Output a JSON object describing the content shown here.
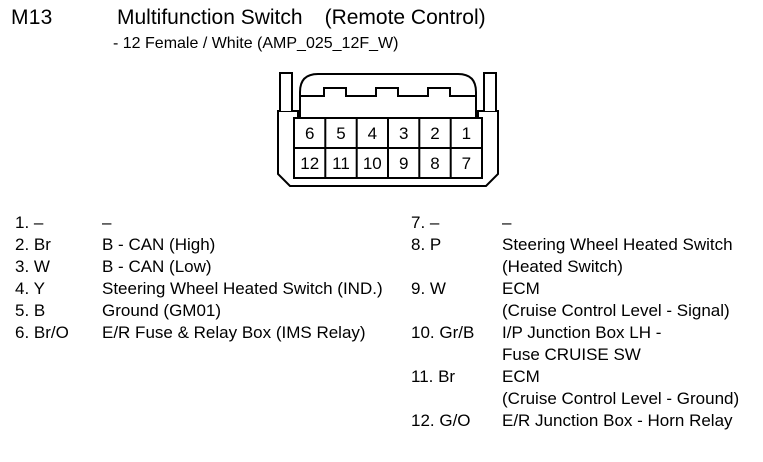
{
  "header": {
    "code": "M13",
    "title_main": "Multifunction Switch",
    "title_paren": "(Remote Control)",
    "subtitle": "- 12 Female / White (AMP_025_12F_W)"
  },
  "connector": {
    "type": "AMP_025_12F_W",
    "gender": "Female",
    "color": "White",
    "pin_count": 12,
    "row_top_numbers": [
      "6",
      "5",
      "4",
      "3",
      "2",
      "1"
    ],
    "row_bottom_numbers": [
      "12",
      "11",
      "10",
      "9",
      "8",
      "7"
    ],
    "outline_color": "#000000",
    "fill_color": "#ffffff"
  },
  "pins": {
    "left": [
      {
        "ref": "1. –",
        "desc": "–",
        "desc2": ""
      },
      {
        "ref": "2. Br",
        "desc": "B - CAN (High)",
        "desc2": ""
      },
      {
        "ref": "3. W",
        "desc": "B - CAN (Low)",
        "desc2": ""
      },
      {
        "ref": "4. Y",
        "desc": "Steering Wheel Heated Switch (IND.)",
        "desc2": ""
      },
      {
        "ref": "5. B",
        "desc": "Ground (GM01)",
        "desc2": ""
      },
      {
        "ref": "6. Br/O",
        "desc": "E/R Fuse & Relay Box (IMS Relay)",
        "desc2": ""
      }
    ],
    "right": [
      {
        "ref": "7. –",
        "desc": "–",
        "desc2": ""
      },
      {
        "ref": "8. P",
        "desc": "Steering Wheel Heated Switch",
        "desc2": "(Heated Switch)"
      },
      {
        "ref": "9. W",
        "desc": "ECM",
        "desc2": "(Cruise Control Level - Signal)"
      },
      {
        "ref": "10. Gr/B",
        "desc": "I/P Junction Box LH -",
        "desc2": "Fuse CRUISE SW"
      },
      {
        "ref": "11. Br",
        "desc": "ECM",
        "desc2": "(Cruise Control Level - Ground)"
      },
      {
        "ref": "12. G/O",
        "desc": "E/R Junction Box - Horn Relay",
        "desc2": ""
      }
    ]
  }
}
